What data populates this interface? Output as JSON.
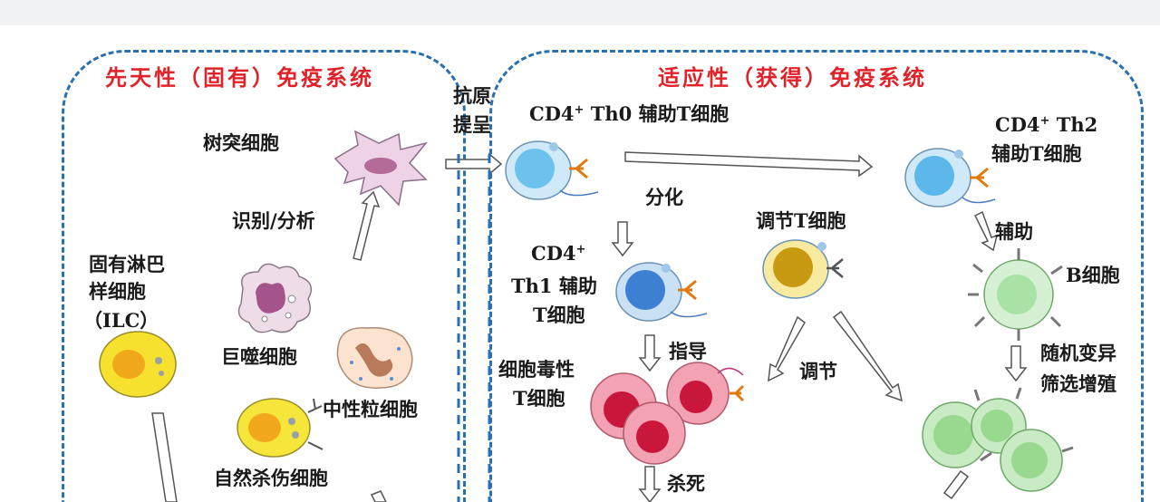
{
  "innate": {
    "title": "先天性（固有）免疫系统",
    "dendritic": "树突细胞",
    "recognize": "识别/分析",
    "ilc_line1": "固有淋巴",
    "ilc_line2": "样细胞",
    "ilc_line3": "（ILC）",
    "macrophage": "巨噬细胞",
    "neutrophil": "中性粒细胞",
    "nk": "自然杀伤细胞"
  },
  "bridge": {
    "line1": "抗原",
    "line2": "提呈"
  },
  "adaptive": {
    "title": "适应性（获得）免疫系统",
    "th0_pre": "CD4",
    "th0_sup": "+",
    "th0_post": " Th0 辅助T细胞",
    "differentiate": "分化",
    "th1_pre": "CD4",
    "th1_sup": "+",
    "th1_line2": "Th1 辅助",
    "th1_line3": "T细胞",
    "treg": "调节T细胞",
    "guide": "指导",
    "cytotoxic_line1": "细胞毒性",
    "cytotoxic_line2": "T细胞",
    "regulate": "调节",
    "kill": "杀死",
    "th2_pre": "CD4",
    "th2_sup": "+",
    "th2_post": " Th2",
    "th2_line2": "辅助T细胞",
    "assist": "辅助",
    "bcell": "B细胞",
    "mutation_line1": "随机变异",
    "mutation_line2": "筛选增殖"
  },
  "colors": {
    "title_red": "#e0232a",
    "frame_blue": "#2a6fb0",
    "th0": "#6cc2ec",
    "th1": "#3d7fd0",
    "treg": "#c79a12",
    "cytotoxic": "#d9334f",
    "bcell": "#a9e2a5",
    "ilc": "#f5e12e",
    "nk": "#f6e53a"
  }
}
